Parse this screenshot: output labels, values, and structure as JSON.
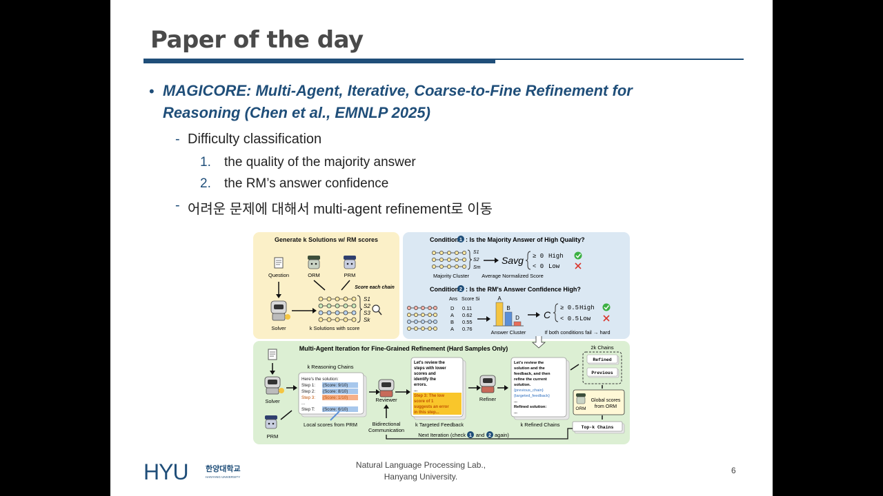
{
  "slide": {
    "title": "Paper of the day",
    "paper_title": "MAGICORE: Multi-Agent, Iterative, Coarse-to-Fine Refinement for Reasoning (Chen et al., EMNLP 2025)",
    "bullet": "•",
    "dash": "-",
    "sub1": "Difficulty classification",
    "item1_num": "1.",
    "item1": "the quality of the majority answer",
    "item2_num": "2.",
    "item2": "the RM’s answer confidence",
    "sub2": "어려운 문제에 대해서 multi-agent refinement로 이동"
  },
  "figure": {
    "gen_title": "Generate k Solutions w/ RM scores",
    "question": "Question",
    "orm": "ORM",
    "prm": "PRM",
    "score_each": "Score each chain",
    "solver": "Solver",
    "k_solutions": "k Solutions with score",
    "s1": "S1",
    "s2": "S2",
    "s3": "S3",
    "sk": "Sk",
    "cond1": "Condition",
    "cond1_n": "1",
    "cond1_q": ": Is the Majority Answer of High Quality?",
    "sm": "Sm",
    "savg": "Savg",
    "ge0": "≥ 0",
    "lt0": "< 0",
    "high": "High",
    "low": "Low",
    "majority_cluster": "Majority Cluster",
    "avg_norm": "Average Normalized Score",
    "cond2_n": "2",
    "cond2_q": ": Is the RM's Answer Confidence High?",
    "ans": "Ans",
    "score_si": "Score Si",
    "rows": [
      {
        "a": "D",
        "s": "0.11"
      },
      {
        "a": "A",
        "s": "0.62"
      },
      {
        "a": "B",
        "s": "0.55"
      },
      {
        "a": "A",
        "s": "0.76"
      }
    ],
    "bar_a": "A",
    "bar_b": "B",
    "bar_d": "D",
    "answer_cluster": "Answer Cluster",
    "c": "C",
    "ge05": "≥ 0.5",
    "lt05": "< 0.5",
    "both_fail": "If both conditions fail → hard",
    "iter_title": "Multi-Agent Iteration for Fine-Grained Refinement (Hard Samples Only)",
    "k_reasoning": "k Reasoning Chains",
    "sol_lines": [
      "Here's the solution:",
      "Step 1:",
      "(Score: 9/10)",
      "Step 2:",
      "(Score: 8/10)",
      "Step 3:",
      "(Score: 1/10)",
      "...",
      "Step T:",
      "(Score: 6/10)"
    ],
    "local_scores": "Local scores from PRM",
    "reviewer": "Reviewer",
    "bidirectional": "Bidirectional",
    "communication": "Communication",
    "review_lines": [
      "Let's review the",
      "steps with lower",
      "scores and",
      "identify the",
      "errors.",
      "...",
      "Step 3: The low",
      "score of 1",
      "suggests an error",
      "in this step..."
    ],
    "k_targeted": "k Targeted Feedback",
    "refiner": "Refiner",
    "refine_lines": [
      "Let's review the",
      "solution and the",
      "feedback, and then",
      "refine the current",
      "solution.",
      "{previous_chain}",
      "{targeted_feedback}",
      "...",
      "Refined solution:",
      "..."
    ],
    "k_refined": "k Refined Chains",
    "two_k": "2k Chains",
    "refined": "Refined",
    "previous": "Previous",
    "global_scores": "Global scores",
    "from_orm": "from ORM",
    "topk": "Top-k Chains",
    "next_iter": "Next Iteration (check",
    "and": "and",
    "again": "again)"
  },
  "footer": {
    "logo_text": "HYU",
    "logo_kr": "한양대학교",
    "logo_en": "HANYANG UNIVERSITY",
    "lab1": "Natural Language Processing Lab.,",
    "lab2": "Hanyang University.",
    "page": "6"
  },
  "colors": {
    "accent": "#1f4e79",
    "yellow_panel": "#fbf0c8",
    "blue_panel": "#dbe8f3",
    "green_panel": "#dcefd3"
  }
}
